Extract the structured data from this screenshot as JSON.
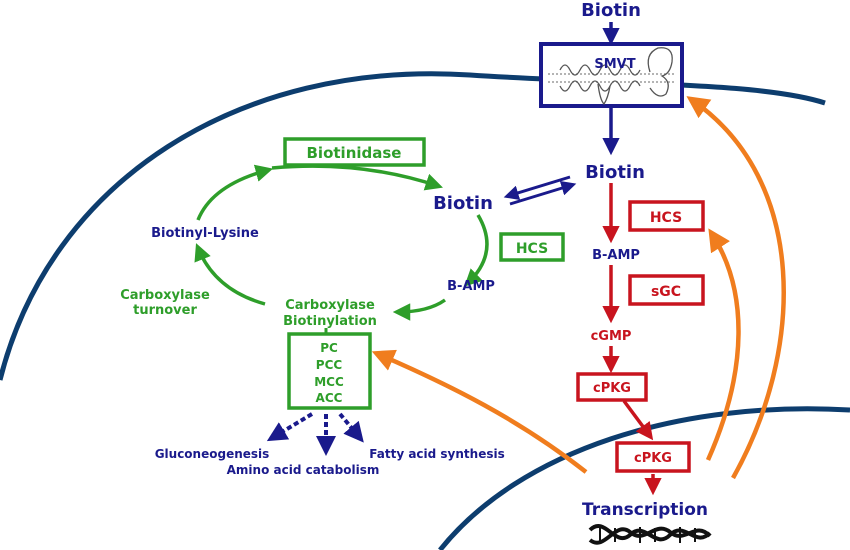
{
  "labels": {
    "biotin_top": "Biotin",
    "smvt": "SMVT",
    "biotin_cytosol": "Biotin",
    "biotin_cycle": "Biotin",
    "biotinidase": "Biotinidase",
    "hcs_green": "HCS",
    "hcs_red": "HCS",
    "bamp_green": "B-AMP",
    "bamp_blue": "B-AMP",
    "biotinyl_lysine": "Biotinyl-Lysine",
    "carboxylase_turnover": [
      "Carboxylase",
      "turnover"
    ],
    "carboxylase_biotinylation": [
      "Carboxylase",
      "Biotinylation"
    ],
    "carboxylases": [
      "PC",
      "PCC",
      "MCC",
      "ACC"
    ],
    "gluconeogenesis": "Gluconeogenesis",
    "amino_acid_catabolism": "Amino acid catabolism",
    "fatty_acid_synthesis": "Fatty acid synthesis",
    "sgc": "sGC",
    "cgmp": "cGMP",
    "cpkg_1": "cPKG",
    "cpkg_2": "cPKG",
    "transcription": "Transcription"
  },
  "colors": {
    "navy": "#1a1a8c",
    "green": "#2e9e2a",
    "red": "#c8141e",
    "orange": "#f07d1e",
    "membrane": "#0d3d6e"
  }
}
